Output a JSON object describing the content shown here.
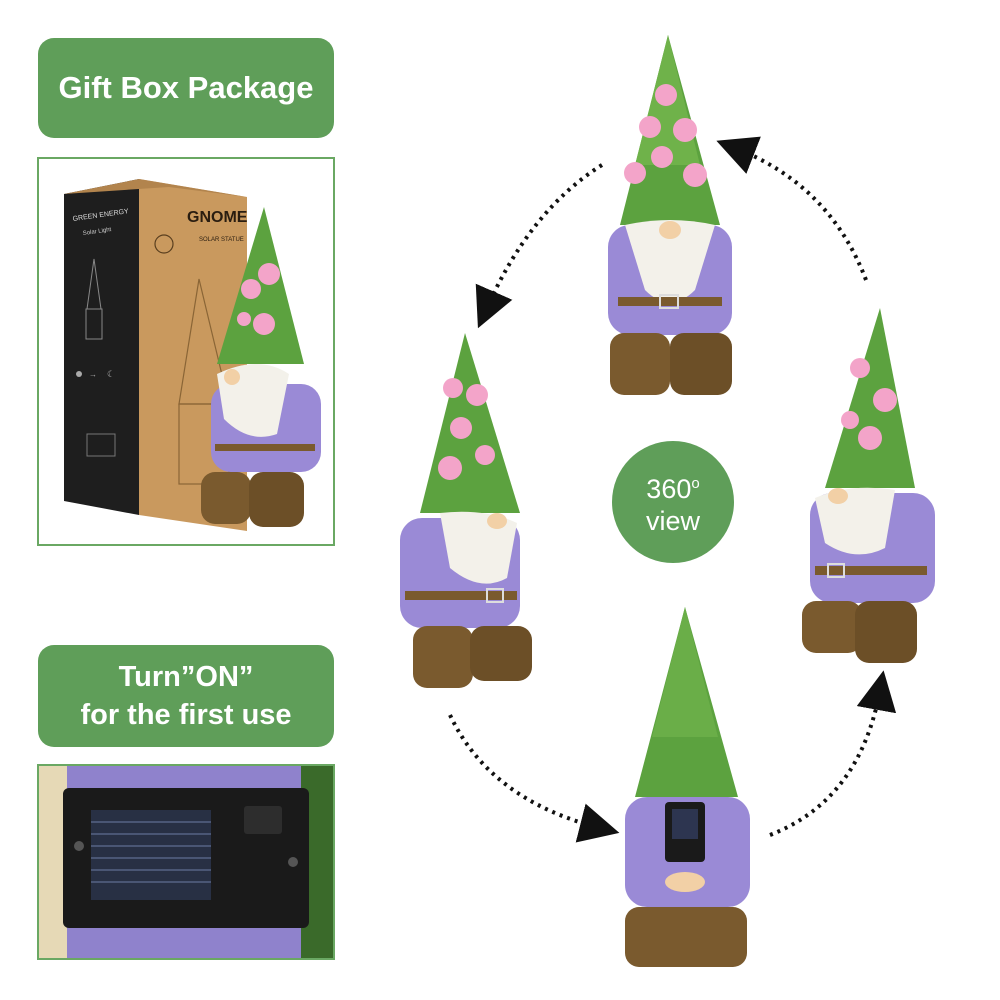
{
  "gift_label": "Gift Box Package",
  "turn_on_line1": "Turn”ON”",
  "turn_on_line2": "for the first use",
  "view_number": "360",
  "view_degree": "o",
  "view_word": "view",
  "box": {
    "brand": "GREEN ENERGY",
    "subtitle": "Solar Light",
    "logo": "GNOME",
    "product": "SOLAR STATUE"
  },
  "colors": {
    "green_accent": "#5f9e59",
    "gnome_purple": "#9a8ad6",
    "gnome_boots": "#7a5a2e",
    "hat_green": "#5ca23f",
    "flower_pink": "#f3a4c9"
  }
}
